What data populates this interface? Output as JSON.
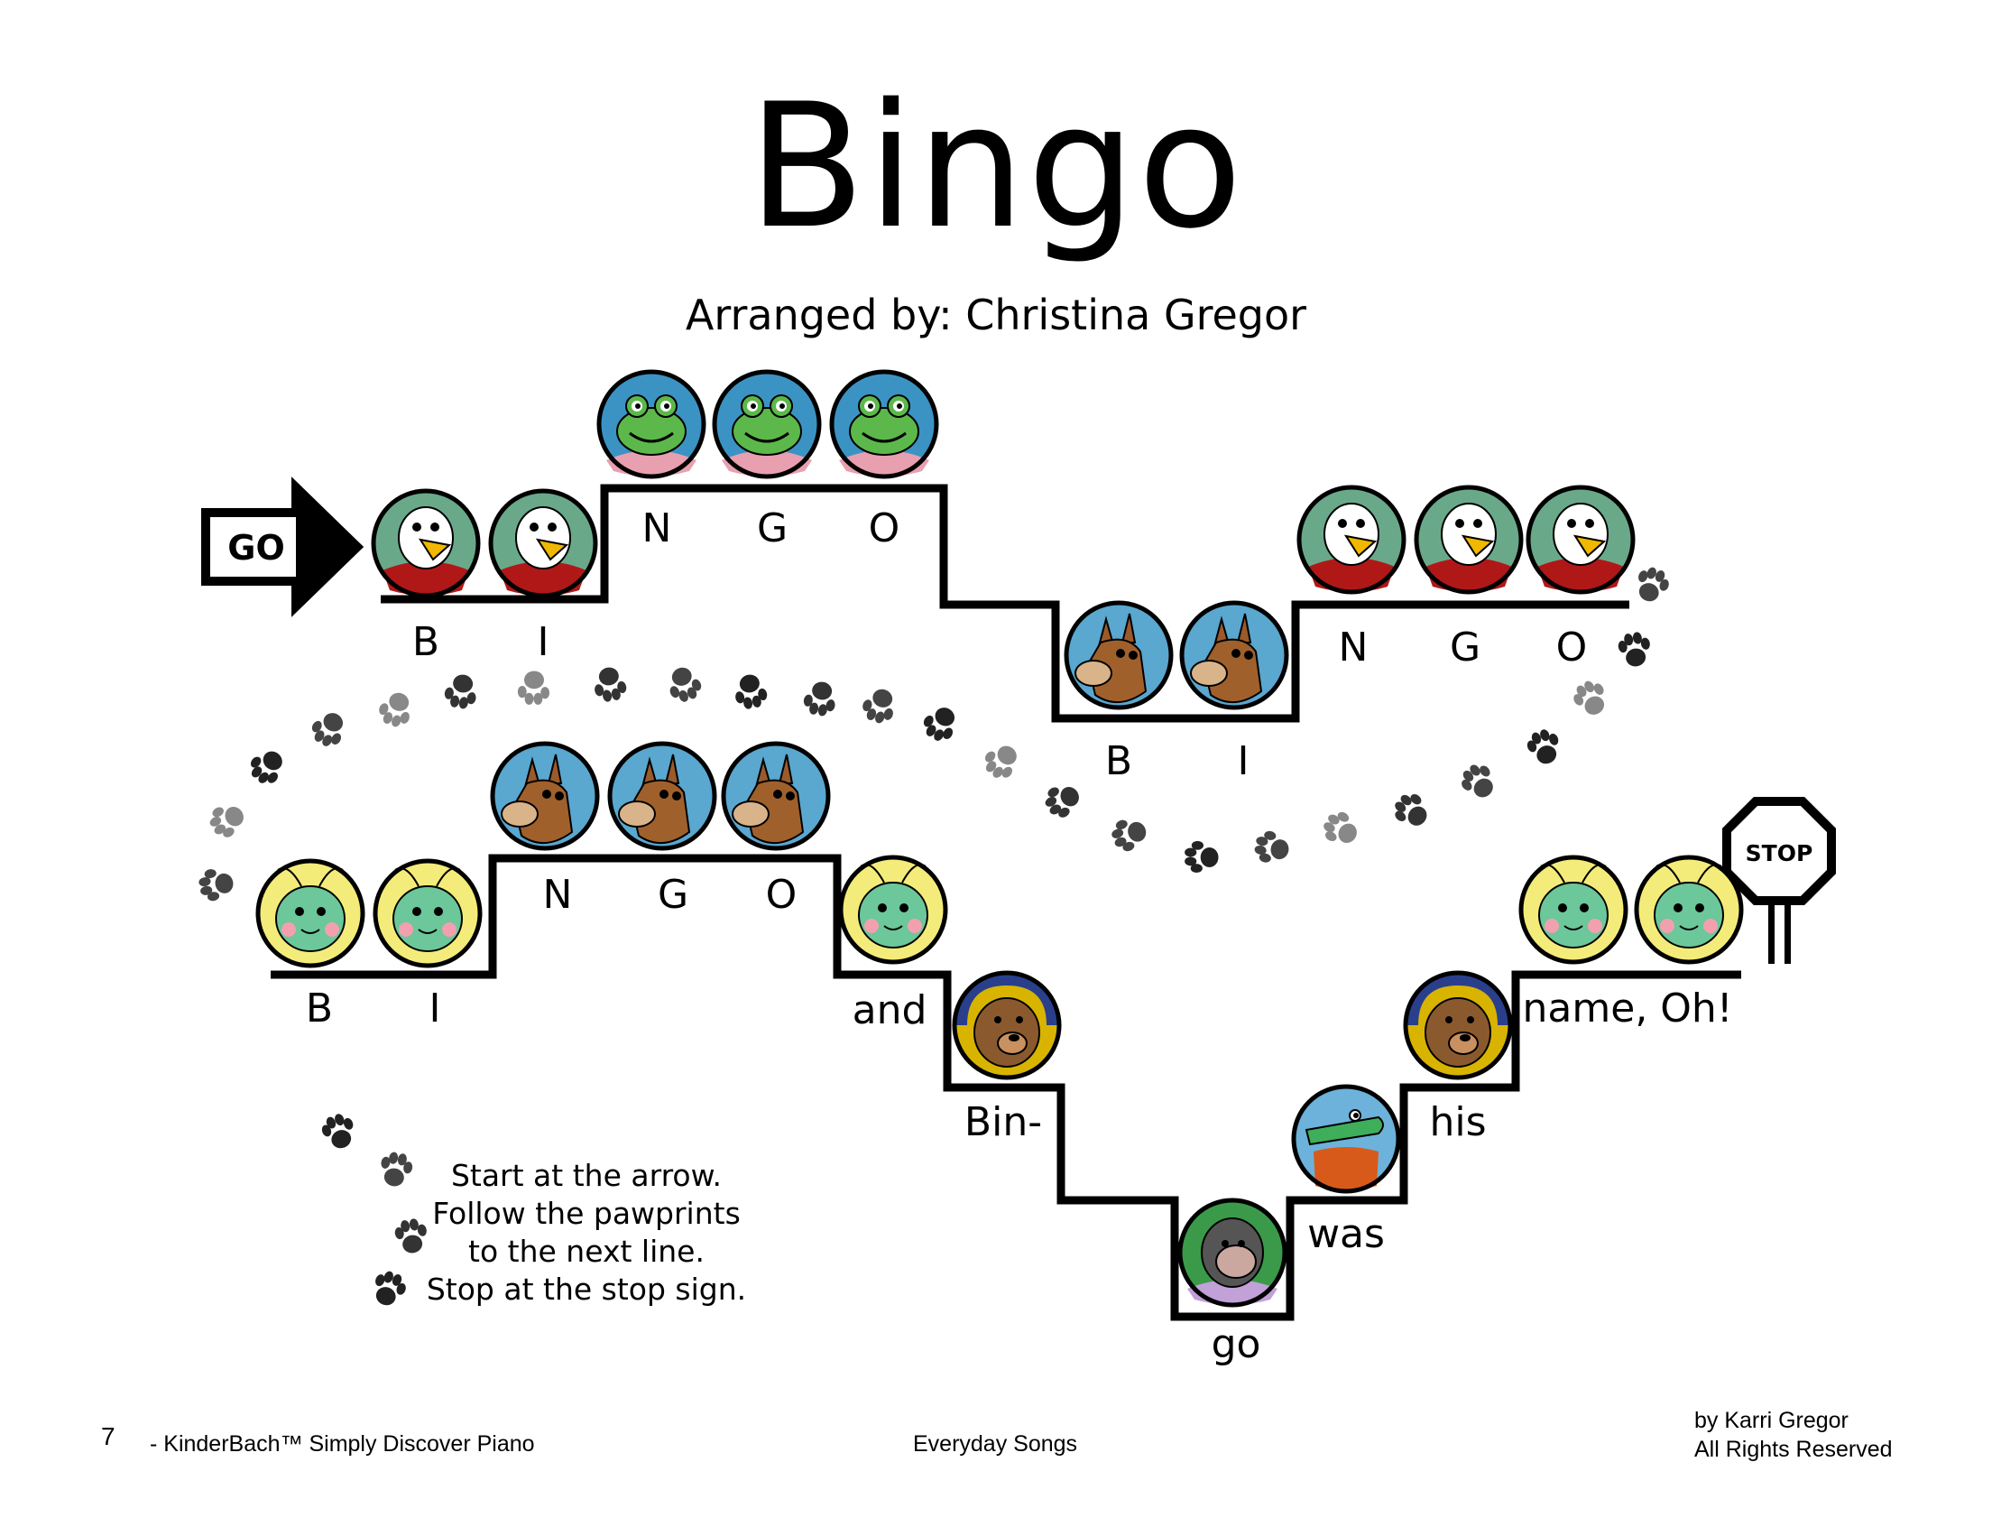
{
  "title": "Bingo",
  "subtitle": "Arranged by: Christina Gregor",
  "go_label": "GO",
  "stop_label": "STOP",
  "lyrics": {
    "row1_b": "B",
    "row1_i": "I",
    "row1_n": "N",
    "row1_g": "G",
    "row1_o": "O",
    "row2_b": "B",
    "row2_i": "I",
    "row2_n": "N",
    "row2_g": "G",
    "row2_o": "O",
    "row3_b": "B",
    "row3_i": "I",
    "row3_n": "N",
    "row3_g": "G",
    "row3_o": "O",
    "and": "and",
    "bin": "Bin-",
    "go": "go",
    "was": "was",
    "his": "his",
    "name": "name, Oh!"
  },
  "notes": {
    "row1": [
      "eagle",
      "eagle",
      "frog",
      "frog",
      "frog"
    ],
    "row2": [
      "donkey",
      "donkey",
      "eagle",
      "eagle",
      "eagle"
    ],
    "row3": [
      "grasshopper",
      "grasshopper",
      "donkey",
      "donkey",
      "donkey",
      "grasshopper",
      "bear",
      "gorilla",
      "alligator",
      "bear",
      "grasshopper",
      "grasshopper"
    ]
  },
  "instructions": {
    "line1": "Start at the arrow.",
    "line2": "Follow the pawprints",
    "line3": "to the next line.",
    "line4": "Stop at the stop sign."
  },
  "footer": {
    "page_number": "7",
    "series": "- KinderBach™ Simply Discover Piano",
    "book": "Everyday Songs",
    "author": "by Karri Gregor",
    "rights": "All Rights Reserved"
  },
  "colors": {
    "eagle_bg": "#6aa88a",
    "frog_bg": "#3b93c4",
    "donkey_bg": "#5aa7cf",
    "grasshopper_bg": "#f4ec7a",
    "bear_bg": "#d8b400"
  }
}
